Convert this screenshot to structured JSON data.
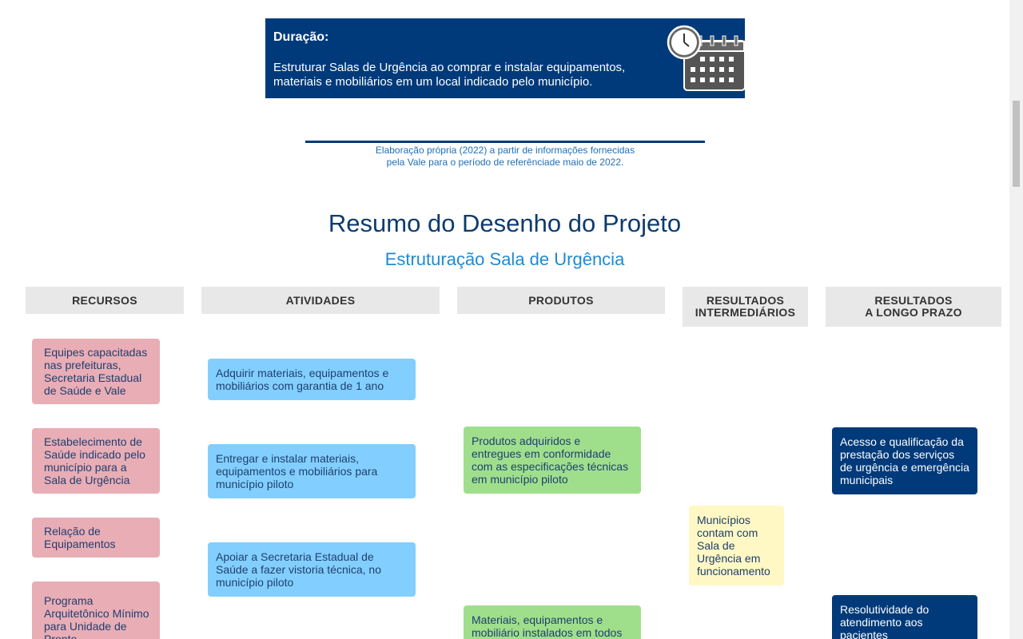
{
  "duration": {
    "title": "Duração:",
    "text": "Estruturar Salas de Urgência ao comprar e instalar equipamentos, materiais e mobiliários em um local indicado pelo município.",
    "icon": "calendar-clock-icon"
  },
  "source": {
    "line1": "Elaboração própria (2022) a partir de informações fornecidas",
    "line2": "pela Vale para o período de referênciade maio de 2022."
  },
  "title": "Resumo do Desenho do Projeto",
  "subtitle": "Estruturação Sala de Urgência",
  "columns": {
    "recursos": "RECURSOS",
    "atividades": "ATIVIDADES",
    "produtos": "PRODUTOS",
    "intermediarios_1": "RESULTADOS",
    "intermediarios_2": "INTERMEDIÁRIOS",
    "longo_prazo_1": "RESULTADOS",
    "longo_prazo_2": "A LONGO PRAZO"
  },
  "recursos": [
    "Equipes capacitadas nas prefeituras, Secretaria Estadual de Saúde e Vale",
    "Estabelecimento de Saúde indicado pelo município para a Sala de Urgência",
    "Relação de Equipamentos",
    "Programa Arquitetônico Mínimo para Unidade de Pronto"
  ],
  "atividades": [
    "Adquirir materiais, equipamentos e mobiliários com garantia de 1 ano",
    "Entregar e instalar materiais, equipamentos e mobiliários para município piloto",
    "Apoiar a Secretaria Estadual de Saúde a fazer vistoria técnica, no município piloto"
  ],
  "produtos": [
    "Produtos adquiridos e entregues em conformidade com as especificações técnicas em município piloto",
    "Materiais, equipamentos e mobiliário instalados em todos"
  ],
  "intermediarios": [
    "Municípios contam com Sala de Urgência em funcionamento"
  ],
  "longo_prazo": [
    "Acesso e qualificação da prestação dos serviços de urgência e emergência municipais",
    "Resolutividade do atendimento aos pacientes"
  ],
  "colors": {
    "navy": "#003a7a",
    "pink": "#e9adb6",
    "light_blue": "#82cfff",
    "green": "#9fdf8c",
    "yellow": "#fff8c4"
  }
}
